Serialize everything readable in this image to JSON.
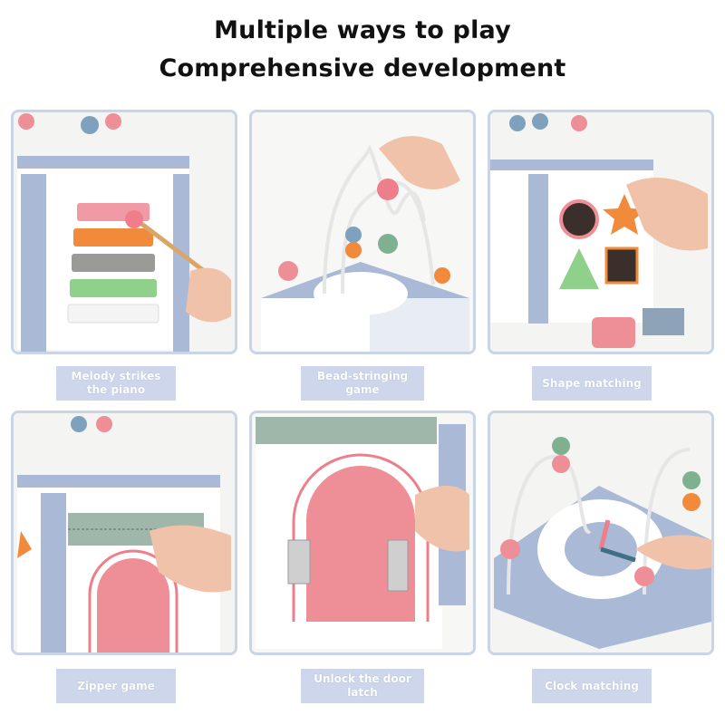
{
  "header": {
    "line1": "Multiple ways to play",
    "line2": "Comprehensive development"
  },
  "features": [
    {
      "caption_line1": "Melody strikes",
      "caption_line2": "the piano"
    },
    {
      "caption_line1": "Bead-stringing",
      "caption_line2": "game"
    },
    {
      "caption_line1": "Shape matching",
      "caption_line2": ""
    },
    {
      "caption_line1": "Zipper game",
      "caption_line2": ""
    },
    {
      "caption_line1": "Unlock the door latch",
      "caption_line2": ""
    },
    {
      "caption_line1": "Clock matching",
      "caption_line2": ""
    }
  ],
  "colors": {
    "tile_border": "#c9d4e8",
    "caption_bg": "#cdd6ea",
    "toy_blue": "#a9b9d6",
    "toy_pink": "#ee8f98"
  }
}
